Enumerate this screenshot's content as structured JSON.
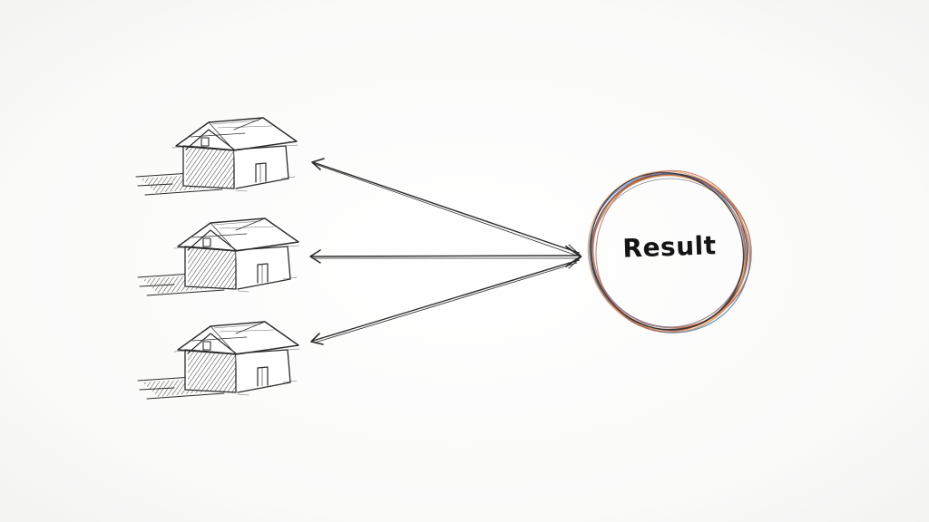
{
  "diagram": {
    "houses": [
      {
        "id": "house-1"
      },
      {
        "id": "house-2"
      },
      {
        "id": "house-3"
      }
    ],
    "result": {
      "label": "Result",
      "ring_colors": [
        "#2a2a2a",
        "#c8613f",
        "#d88a4a",
        "#4f7fa8",
        "#7a6aa0",
        "#e0a07a",
        "#8a8a8a"
      ]
    },
    "connectors": [
      {
        "from": "result",
        "to": "house-1",
        "style": "arrow-both"
      },
      {
        "from": "result",
        "to": "house-2",
        "style": "arrow-both"
      },
      {
        "from": "result",
        "to": "house-3",
        "style": "arrow-both"
      }
    ]
  }
}
